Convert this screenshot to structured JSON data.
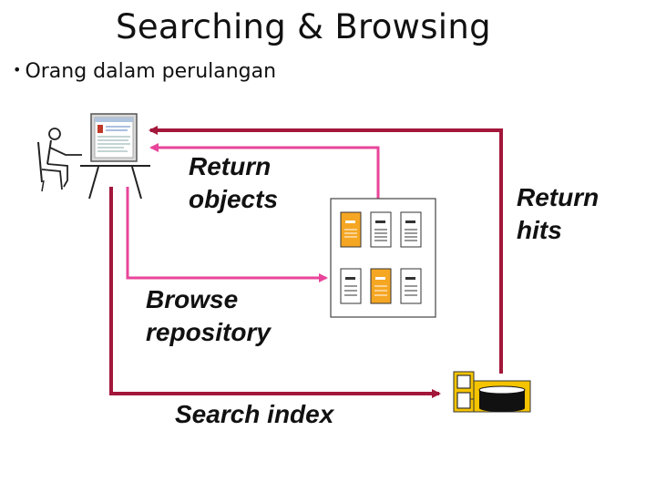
{
  "slide": {
    "title": "Searching & Browsing",
    "bullet": "Orang dalam perulangan"
  },
  "diagram": {
    "labels": {
      "return_objects": [
        "Return",
        "objects"
      ],
      "browse_repository": [
        "Browse",
        "repository"
      ],
      "search_index": "Search index",
      "return_hits": [
        "Return",
        "hits"
      ]
    },
    "colors": {
      "search_loop": "#a3173a",
      "browse_loop": "#e8459a",
      "document_highlight": "#f5a623",
      "index_highlight": "#f5c400"
    },
    "icons": [
      "user-at-computer-icon",
      "document-repository-icon",
      "index-database-icon"
    ]
  }
}
